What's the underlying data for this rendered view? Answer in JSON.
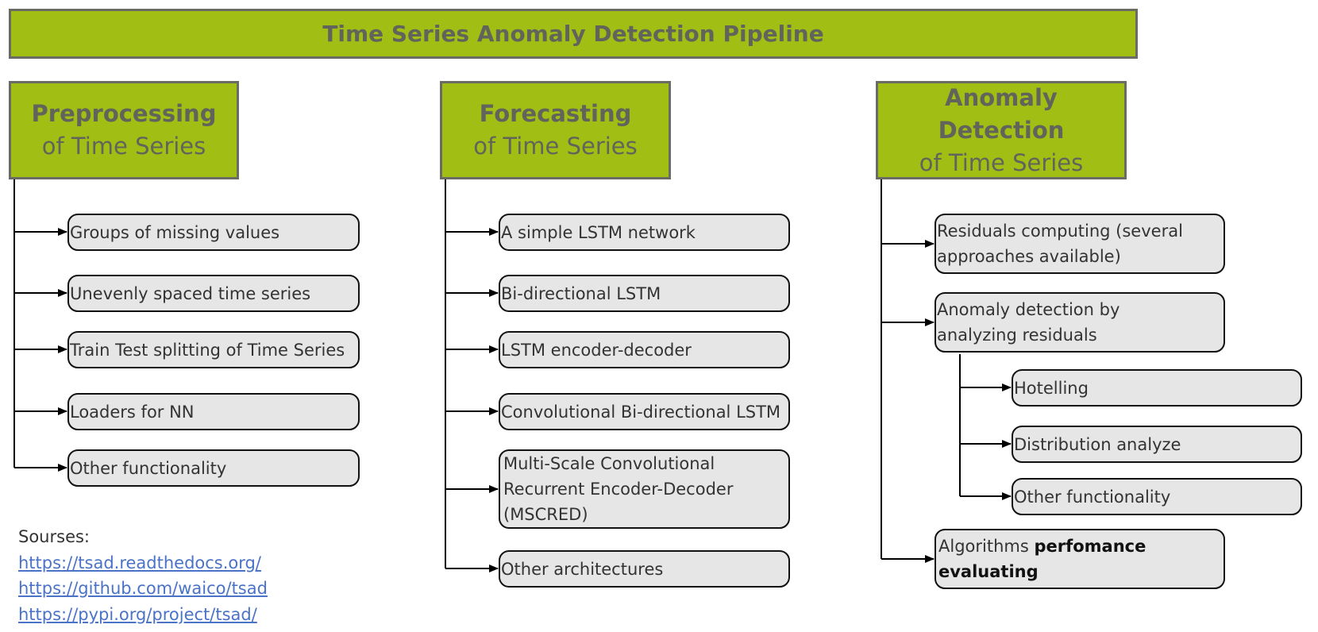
{
  "title": "Time Series Anomaly Detection Pipeline",
  "columns": [
    {
      "heading_bold": "Preprocessing",
      "heading_sub": "of Time Series",
      "items": [
        "Groups of missing values",
        "Unevenly spaced time series",
        "Train Test splitting of Time Series",
        "Loaders for NN",
        "Other functionality"
      ]
    },
    {
      "heading_bold": "Forecasting",
      "heading_sub": "of Time Series",
      "items": [
        "A simple LSTM network",
        "Bi-directional LSTM",
        "LSTM encoder-decoder",
        "Convolutional Bi-directional LSTM",
        "Multi-Scale Convolutional Recurrent Encoder-Decoder (MSCRED)",
        "Other architectures"
      ]
    },
    {
      "heading_bold": "Anomaly Detection",
      "heading_sub": "of Time Series",
      "items": [
        "Residuals computing (several approaches available)",
        "Anomaly detection by analyzing residuals",
        "Algorithms "
      ],
      "last_item_bold": "perfomance evaluating",
      "sub_items": [
        "Hotelling",
        "Distribution analyze",
        "Other functionality"
      ]
    }
  ],
  "sources": {
    "label": "Sourses:",
    "links": [
      "https://tsad.readthedocs.org/",
      "https://github.com/waico/tsad",
      "https://pypi.org/project/tsad/"
    ]
  }
}
